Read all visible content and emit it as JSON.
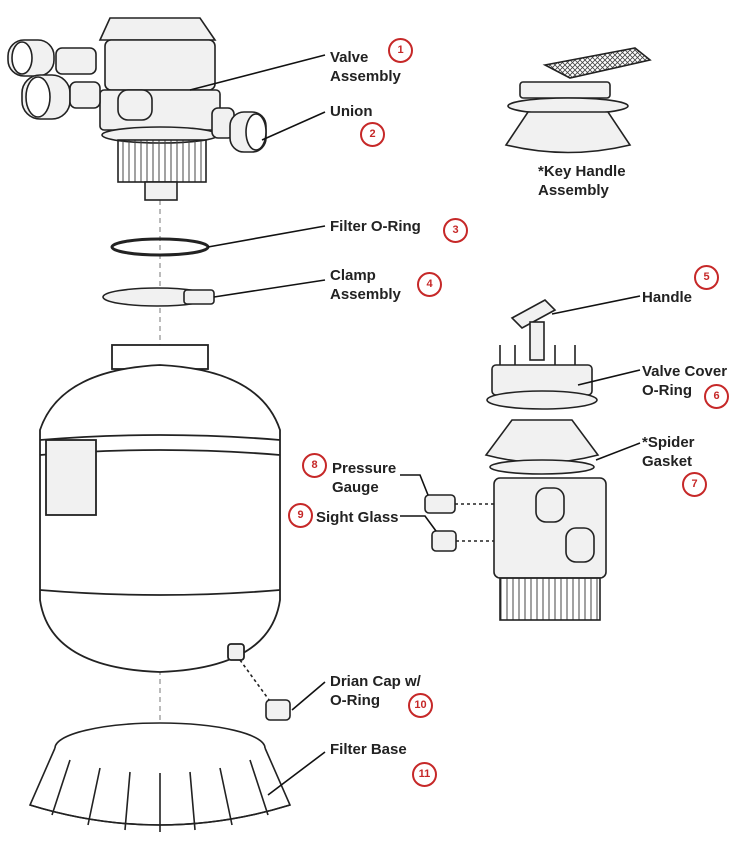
{
  "callouts": [
    {
      "id": "valve-assembly",
      "label": "Valve\nAssembly",
      "number": "1"
    },
    {
      "id": "union",
      "label": "Union",
      "number": "2"
    },
    {
      "id": "filter-o-ring",
      "label": "Filter O-Ring",
      "number": "3"
    },
    {
      "id": "clamp-assembly",
      "label": "Clamp\nAssembly",
      "number": "4"
    },
    {
      "id": "handle",
      "label": "Handle",
      "number": "5"
    },
    {
      "id": "valve-cover-o-ring",
      "label": "Valve Cover\nO-Ring",
      "number": "6"
    },
    {
      "id": "spider-gasket",
      "label": "*Spider\nGasket",
      "number": "7"
    },
    {
      "id": "pressure-gauge",
      "label": "Pressure\nGauge",
      "number": "8"
    },
    {
      "id": "sight-glass",
      "label": "Sight Glass",
      "number": "9"
    },
    {
      "id": "drain-cap",
      "label": "Drian Cap w/\nO-Ring",
      "number": "10"
    },
    {
      "id": "filter-base",
      "label": "Filter Base",
      "number": "11"
    }
  ],
  "key_handle_label": "*Key Handle\nAssembly",
  "colors": {
    "badge": "#c62828",
    "line": "#222222",
    "part_fill": "#f1f1f1"
  }
}
